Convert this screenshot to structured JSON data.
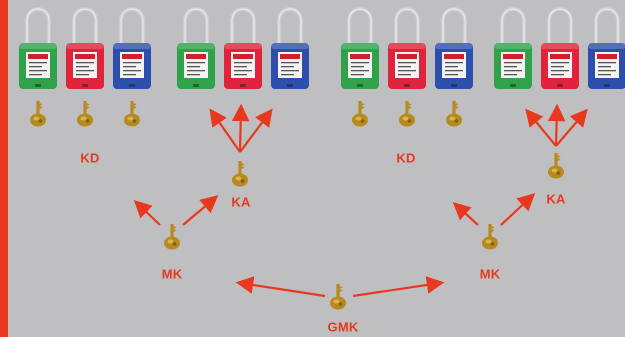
{
  "colors": {
    "background": "#bfbfc1",
    "accent": "#e8391f",
    "lock_green": "#2fa24a",
    "lock_red": "#e0243b",
    "lock_blue": "#2c4fae",
    "shackle": "#c9ccd0",
    "key_brass": "#b78a1e"
  },
  "icons": {
    "padlock": "padlock-icon",
    "key": "key-icon",
    "arrow": "arrow-icon"
  },
  "diagram": {
    "groups": [
      {
        "label": "KD",
        "locks": [
          "green",
          "red",
          "blue"
        ]
      },
      {
        "label": "KA",
        "locks": [
          "green",
          "red",
          "blue"
        ]
      },
      {
        "label": "KD",
        "locks": [
          "green",
          "red",
          "blue"
        ]
      },
      {
        "label": "KA",
        "locks": [
          "green",
          "red",
          "blue"
        ]
      }
    ],
    "master_left": {
      "label": "MK"
    },
    "master_right": {
      "label": "MK"
    },
    "grand_master": {
      "label": "GMK"
    }
  }
}
